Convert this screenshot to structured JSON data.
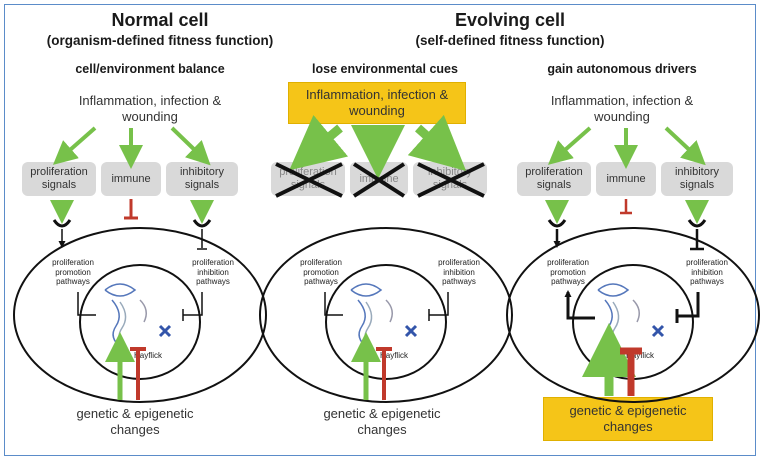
{
  "headers": {
    "normal_title": "Normal cell",
    "normal_subtitle": "(organism-defined fitness function)",
    "evolving_title": "Evolving cell",
    "evolving_subtitle": "(self-defined fitness function)"
  },
  "panels": [
    {
      "heading": "cell/environment balance",
      "top_label": "Inflammation, infection &\nwounding",
      "boxes": [
        "proliferation\nsignals",
        "immune",
        "inhibitory\nsignals"
      ],
      "promotion": "proliferation\npromotion\npathways",
      "inhibition": "proliferation\ninhibition\npathways",
      "hayflick": "Hayflick",
      "bottom_label": "genetic & epigenetic\nchanges"
    },
    {
      "heading": "lose environmental cues",
      "top_label": "Inflammation, infection &\nwounding",
      "boxes": [
        "proliferation\nsignals",
        "immune",
        "inhibitory\nsignals"
      ],
      "promotion": "proliferation\npromotion\npathways",
      "inhibition": "proliferation\ninhibition\npathways",
      "hayflick": "Hayflick",
      "bottom_label": "genetic & epigenetic\nchanges"
    },
    {
      "heading": "gain autonomous drivers",
      "top_label": "Inflammation, infection &\nwounding",
      "boxes": [
        "proliferation\nsignals",
        "immune",
        "inhibitory\nsignals"
      ],
      "promotion": "proliferation\npromotion\npathways",
      "inhibition": "proliferation\ninhibition\npathways",
      "hayflick": "Hayflick",
      "bottom_label": "genetic & epigenetic\nchanges"
    }
  ],
  "colors": {
    "green": "#77c14a",
    "red": "#c0392b",
    "yellow": "#f5c518",
    "box_gray": "#d9d9d9",
    "frame_blue": "#5b8cc9"
  }
}
